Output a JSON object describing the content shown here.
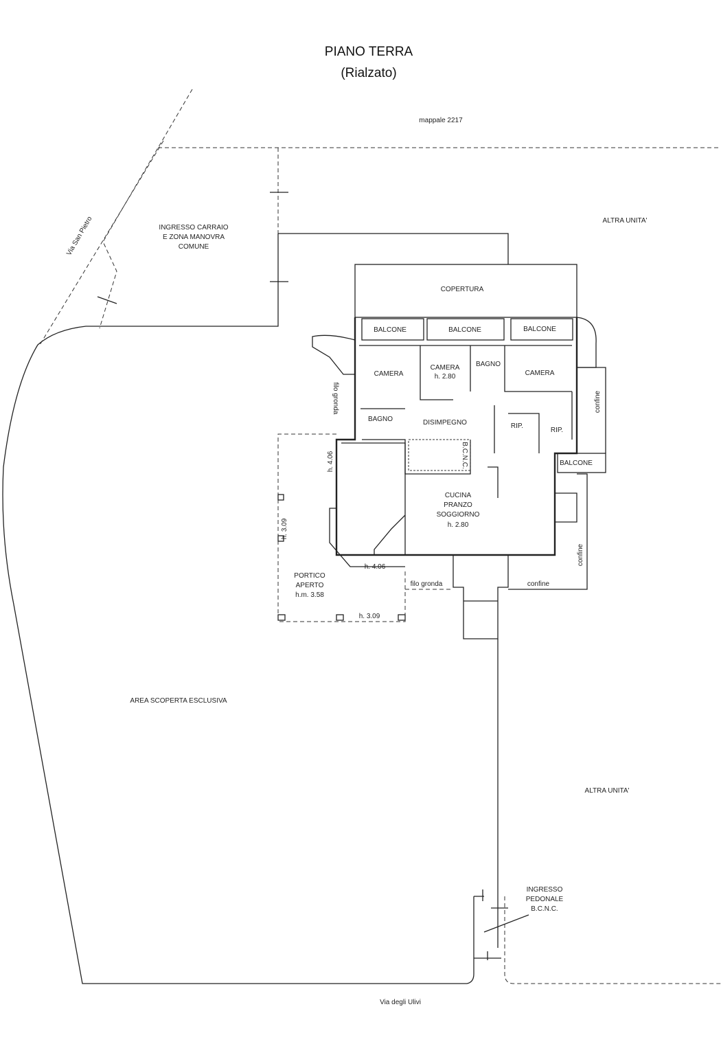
{
  "title": "PIANO TERRA",
  "subtitle": "(Rialzato)",
  "labels": {
    "mappale": "mappale 2217",
    "via_san_pietro": "Via San Pietro",
    "ingresso_carraio": [
      "INGRESSO CARRAIO",
      "E ZONA MANOVRA",
      "COMUNE"
    ],
    "altra_unita_top": "ALTRA UNITA'",
    "altra_unita_bottom": "ALTRA UNITA'",
    "copertura": "COPERTURA",
    "balcone_1": "BALCONE",
    "balcone_2": "BALCONE",
    "balcone_3": "BALCONE",
    "balcone_4": "BALCONE",
    "camera_1": "CAMERA",
    "camera_2": [
      "CAMERA",
      "h. 2.80"
    ],
    "camera_3": "CAMERA",
    "bagno_1": "BAGNO",
    "bagno_2": "BAGNO",
    "disimpegno": "DISIMPEGNO",
    "rip_1": "RIP.",
    "rip_2": "RIP.",
    "bcnc_stairs": "B.C.N.C.",
    "cucina": [
      "CUCINA",
      "PRANZO",
      "SOGGIORNO",
      "h. 2.80"
    ],
    "filo_gronda_v": "filo gronda",
    "filo_gronda_h": "filo gronda",
    "confine_1": "confine",
    "confine_2": "confine",
    "confine_3": "confine",
    "h406_v": "h. 4.06",
    "h406_h": "h. 4.06",
    "h309_v": "h. 3.09",
    "h309_h": "h. 3.09",
    "portico": [
      "PORTICO",
      "APERTO",
      "h.m. 3.58"
    ],
    "area_scoperta": "AREA SCOPERTA ESCLUSIVA",
    "ingresso_pedonale": [
      "INGRESSO",
      "PEDONALE",
      "B.C.N.C."
    ],
    "via_ulivi": "Via degli Ulivi"
  }
}
